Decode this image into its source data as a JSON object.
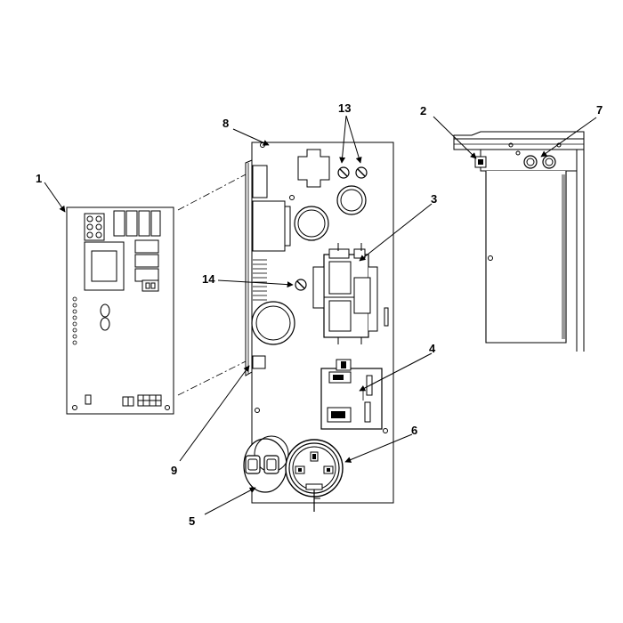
{
  "callouts": [
    {
      "id": "c1",
      "label": "1"
    },
    {
      "id": "c2",
      "label": "2"
    },
    {
      "id": "c3",
      "label": "3"
    },
    {
      "id": "c4",
      "label": "4"
    },
    {
      "id": "c5",
      "label": "5"
    },
    {
      "id": "c6",
      "label": "6"
    },
    {
      "id": "c7",
      "label": "7"
    },
    {
      "id": "c8",
      "label": "8"
    },
    {
      "id": "c9",
      "label": "9"
    },
    {
      "id": "c13",
      "label": "13"
    },
    {
      "id": "c14",
      "label": "14"
    }
  ],
  "colors": {
    "ink": "#000000",
    "paper": "#ffffff"
  }
}
